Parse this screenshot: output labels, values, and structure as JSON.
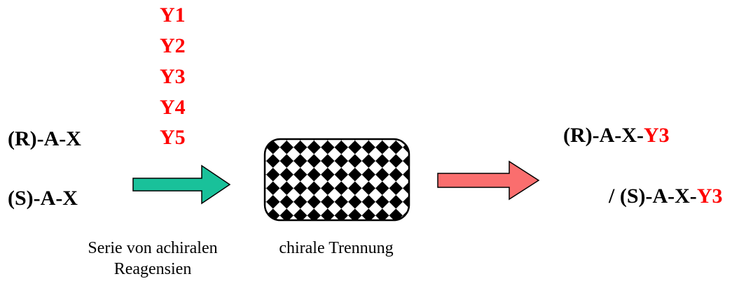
{
  "reagents": [
    "Y1",
    "Y2",
    "Y3",
    "Y4",
    "Y5"
  ],
  "left": {
    "r_compound": "(R)-A-X",
    "s_compound": "(S)-A-X"
  },
  "right": {
    "r_prefix": "(R)-A-X-",
    "r_suffix": "Y3",
    "s_prefix": "/ (S)-A-X-",
    "s_suffix": "Y3"
  },
  "labels": {
    "reagents_line1": "Serie von achiralen",
    "reagents_line2": "Reagensien",
    "separation": "chirale Trennung"
  },
  "colors": {
    "highlight": "#ff0000",
    "arrow1": "#19c19a",
    "arrow2": "#fa6e6e"
  }
}
